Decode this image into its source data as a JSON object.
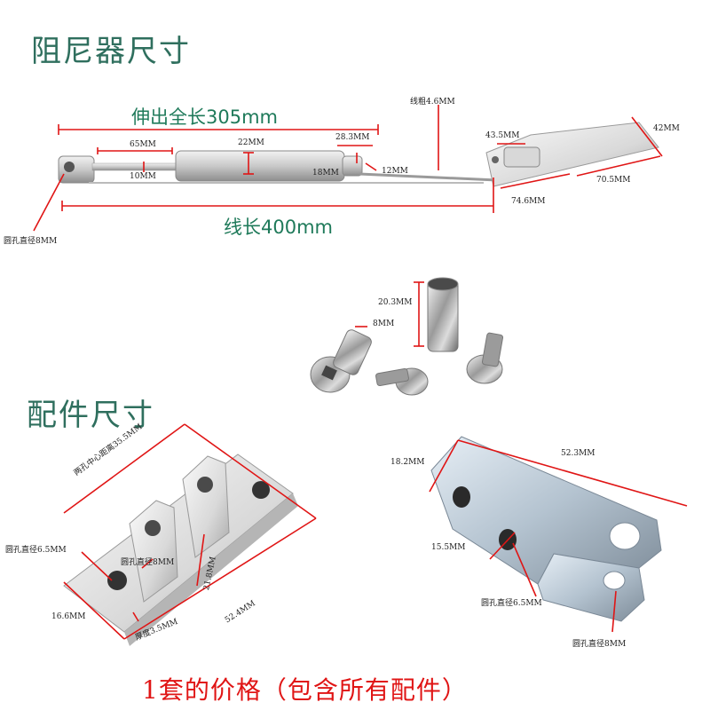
{
  "headings": {
    "damper": "阻尼器尺寸",
    "parts": "配件尺寸"
  },
  "damper_dims": {
    "extended_length": "伸出全长305mm",
    "cable_length": "线长400mm",
    "cable_thickness": "线粗4.6MM",
    "d65": "65MM",
    "d22": "22MM",
    "d283": "28.3MM",
    "d10": "10MM",
    "d18": "18MM",
    "d12": "12MM",
    "d435": "43.5MM",
    "d42": "42MM",
    "d705": "70.5MM",
    "d746": "74.6MM",
    "hole8": "圆孔直径8MM"
  },
  "screw_dims": {
    "d203": "20.3MM",
    "d8": "8MM"
  },
  "bracket_left_dims": {
    "center_distance": "两孔中心距离35.5MM",
    "hole65": "圆孔直径6.5MM",
    "hole8": "圆孔直径8MM",
    "d218": "21.8MM",
    "d524": "52.4MM",
    "d166": "16.6MM",
    "thickness": "厚度3.5MM"
  },
  "bracket_right_dims": {
    "d182": "18.2MM",
    "d523": "52.3MM",
    "d155": "15.5MM",
    "hole65": "圆孔直径6.5MM",
    "hole8": "圆孔直径8MM"
  },
  "footer": "1套的价格（包含所有配件）",
  "colors": {
    "heading": "#2f6f5e",
    "green_label": "#1f7a5a",
    "dimension_line": "#e01515",
    "footer": "#e01515"
  }
}
